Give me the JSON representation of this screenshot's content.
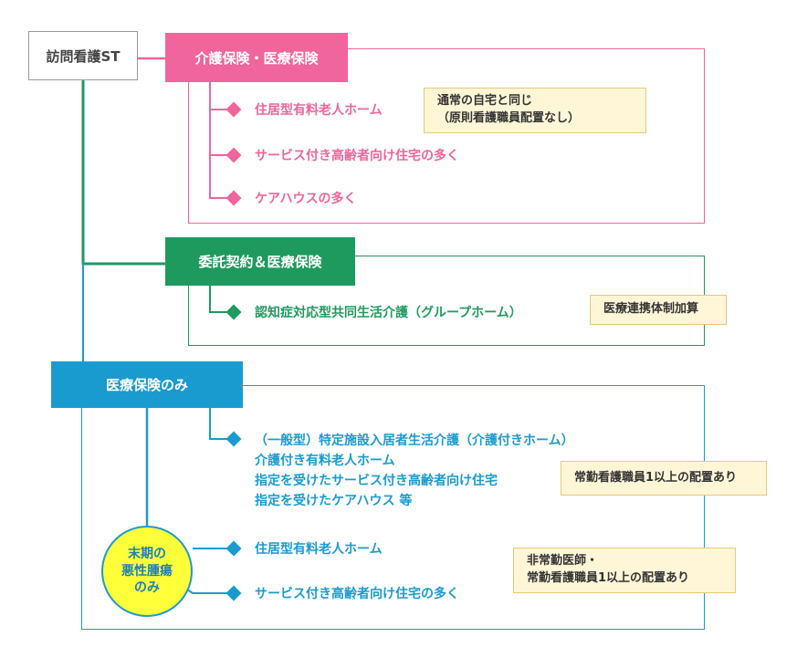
{
  "root_label": "訪問看護ST",
  "colors": {
    "pink": "#f0659b",
    "green": "#1f9a5f",
    "blue": "#1a9bcf"
  },
  "section1": {
    "header": "介護保険・医療保険",
    "items": [
      "住居型有料老人ホーム",
      "サービス付き高齢者向け住宅の多く",
      "ケアハウスの多く"
    ],
    "note": [
      "通常の自宅と同じ",
      "（原則看護職員配置なし）"
    ]
  },
  "section2": {
    "header": "委託契約＆医療保険",
    "items": [
      "認知症対応型共同生活介護（グループホーム）"
    ],
    "note": [
      "医療連携体制加算"
    ]
  },
  "section3": {
    "header": "医療保険のみ",
    "item_group": [
      "（一般型）特定施設入居者生活介護（介護付きホーム）",
      "介護付き有料老人ホーム",
      "指定を受けたサービス付き高齢者向け住宅",
      "指定を受けたケアハウス 等"
    ],
    "note1": [
      "常勤看護職員1以上の配置あり"
    ],
    "circle": [
      "末期の",
      "悪性腫瘍",
      "のみ"
    ],
    "items2": [
      "住居型有料老人ホーム",
      "サービス付き高齢者向け住宅の多く"
    ],
    "note2": [
      "非常勤医師・",
      "常勤看護職員1以上の配置あり"
    ]
  }
}
